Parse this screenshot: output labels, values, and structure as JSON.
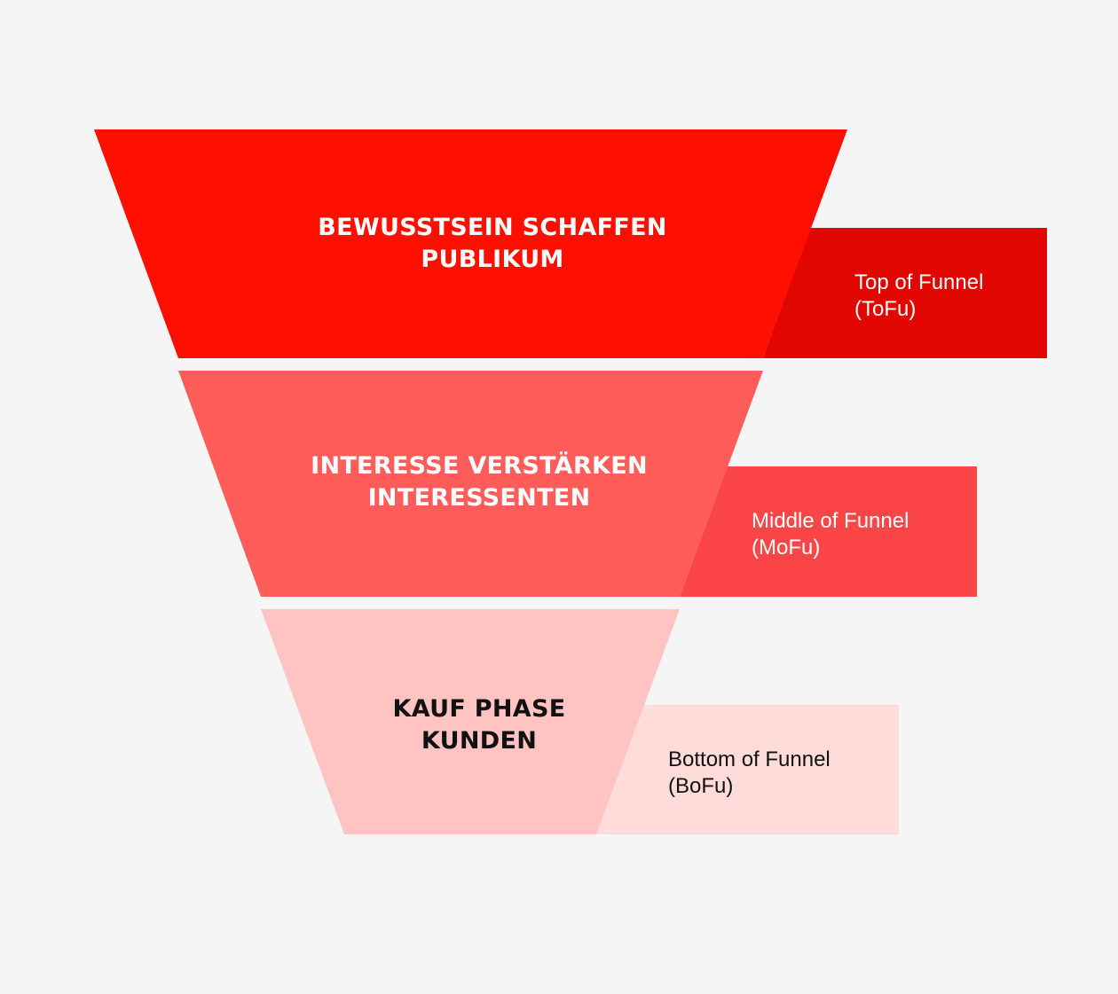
{
  "funnel": {
    "stages": [
      {
        "title": "BEWUSSTSEIN SCHAFFEN",
        "subtitle": "PUBLIKUM",
        "label_line1": "Top of Funnel",
        "label_line2": "(ToFu)"
      },
      {
        "title": "INTERESSE VERSTÄRKEN",
        "subtitle": "INTERESSENTEN",
        "label_line1": "Middle of Funnel",
        "label_line2": "(MoFu)"
      },
      {
        "title": "KAUF PHASE",
        "subtitle": "KUNDEN",
        "label_line1": "Bottom of Funnel",
        "label_line2": "(BoFu)"
      }
    ]
  },
  "colors": {
    "background": "#f5f5f5",
    "stage1_trapezoid": "#ff0f00",
    "stage1_tab": "#e10600",
    "stage2_trapezoid": "#ff5c5a",
    "stage2_tab": "#fc4546",
    "stage3_trapezoid": "#ffc4c2",
    "stage3_tab": "#ffdcda",
    "light_text": "#ffffff",
    "dark_text": "#111111"
  }
}
